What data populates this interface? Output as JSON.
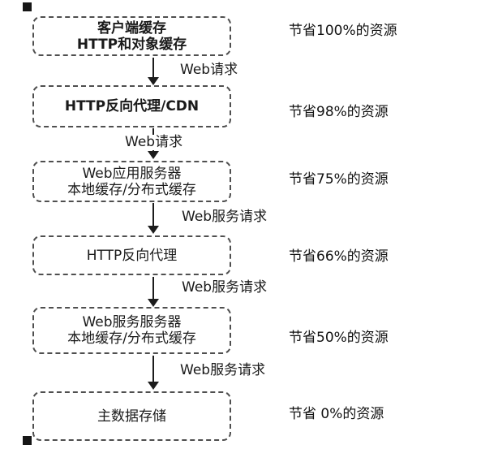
{
  "diagram": {
    "title_hint": "layered-cache-architecture-flow",
    "colors": {
      "background": "#ffffff",
      "box_border": "#4f4f4f",
      "text": "#1a1a1a",
      "arrow": "#1c1c1c"
    },
    "boxes": [
      {
        "id": "client-cache",
        "lines": [
          "客户端缓存",
          "HTTP和对象缓存"
        ],
        "bold": true,
        "saving": "节省100%的资源"
      },
      {
        "id": "http-reverse-proxy-cdn",
        "lines": [
          "HTTP反向代理/CDN",
          ""
        ],
        "bold": true,
        "saving": "节省98%的资源"
      },
      {
        "id": "web-app-server",
        "lines": [
          "Web应用服务器",
          "本地缓存/分布式缓存"
        ],
        "bold": false,
        "saving": "节省75%的资源"
      },
      {
        "id": "http-reverse-proxy",
        "lines": [
          "HTTP反向代理",
          ""
        ],
        "bold": false,
        "saving": "节省66%的资源"
      },
      {
        "id": "web-service-server",
        "lines": [
          "Web服务服务器",
          "本地缓存/分布式缓存"
        ],
        "bold": false,
        "saving": "节省50%的资源"
      },
      {
        "id": "primary-data-store",
        "lines": [
          "主数据存储",
          ""
        ],
        "bold": false,
        "saving": "节省 0%的资源"
      }
    ],
    "arrows": [
      {
        "label": "Web请求"
      },
      {
        "label": "Web请求"
      },
      {
        "label": "Web服务请求"
      },
      {
        "label": "Web服务请求"
      },
      {
        "label": "Web服务请求"
      }
    ]
  }
}
